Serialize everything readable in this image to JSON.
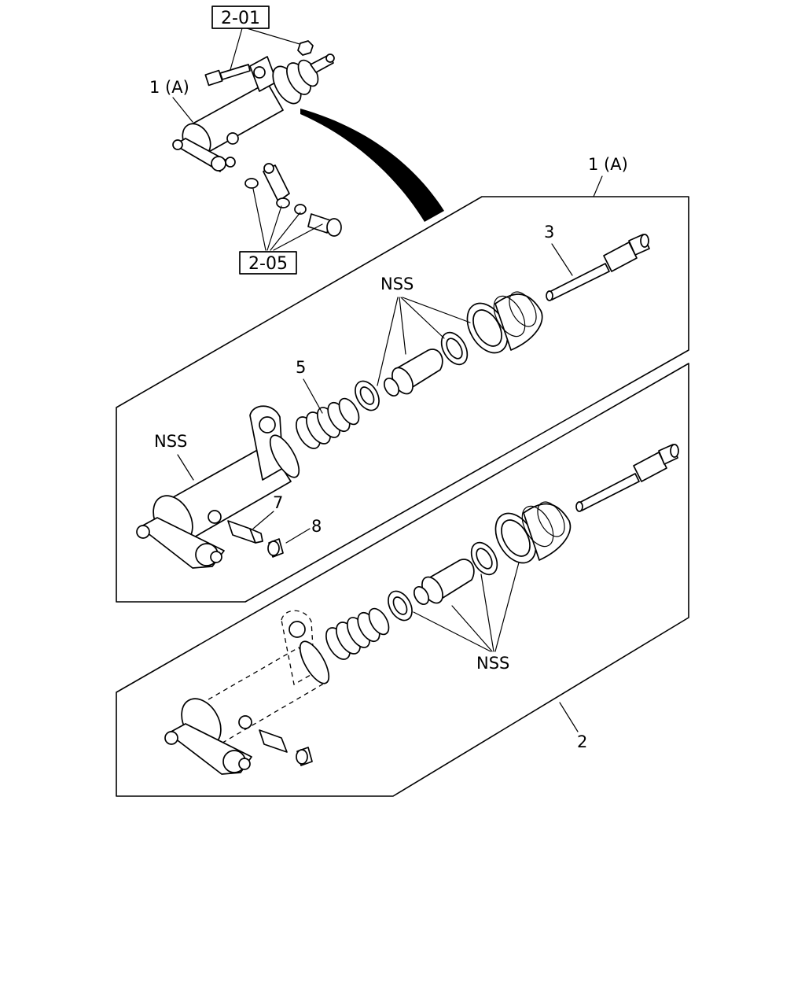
{
  "references": {
    "ref_upper": "2-01",
    "ref_lower": "2-05"
  },
  "labels": {
    "assembly_top": "1 (A)",
    "assembly_panel": "1 (A)",
    "part_3": "3",
    "part_5": "5",
    "part_7": "7",
    "part_8": "8",
    "part_2": "2",
    "nss_upper": "NSS",
    "nss_body": "NSS",
    "nss_lower": "NSS"
  },
  "colors": {
    "line": "#000000",
    "background": "#ffffff"
  }
}
